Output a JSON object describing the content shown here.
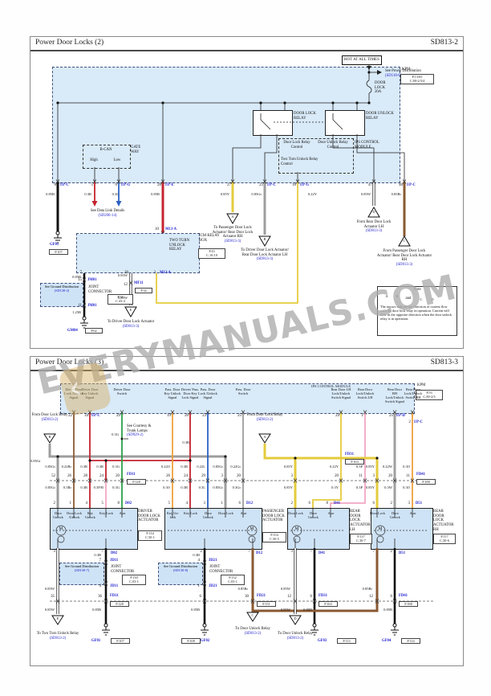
{
  "watermark": {
    "text": "EVERYMANUALS.COM"
  },
  "colors": {
    "module_fill": "#d9eaf8",
    "ref_link": "#1a1acc",
    "wire_black": "#111111",
    "wire_red": "#c32430",
    "wire_yellow": "#e5cb3d",
    "wire_gray": "#9d9d9d",
    "wire_white": "#ffffff",
    "wire_brown": "#8a5a33",
    "wire_green": "#2d9e4b",
    "wire_orange": "#efa03b",
    "wire_pink": "#f2a8c4",
    "wire_blue": "#2b62c3"
  },
  "panel1": {
    "title": "Power Door Locks (2)",
    "code": "SD813-2",
    "hot_tag": "HOT AT ALL TIMES",
    "power_ref": {
      "text": "See Power Distribution",
      "link": "(SD118-6)"
    },
    "fuse": {
      "name": "DOOR LOCK",
      "rating": "20A"
    },
    "kpm": {
      "name": "KPM",
      "p": "P.13/65",
      "c": "C.80-2/3/4"
    },
    "relay_lock": "DOOR LOCK RELAY",
    "relay_unlock": "DOOR UNLOCK RELAY",
    "ctrl": {
      "lock": "Door Lock Relay Control",
      "unlock": "Door Unlock Relay Control",
      "two_turn": "Two Turn Unlock Relay Control",
      "module": "IPS CONTROL MODULE"
    },
    "bcan": {
      "name": "B-CAN",
      "high": "High",
      "low": "Low",
      "gateway": "GATE WAY"
    },
    "pins": [
      {
        "num": "8",
        "conn": "I/P-C",
        "wire": "0.85B"
      },
      {
        "num": "5",
        "conn": "",
        "wire": "0.3R"
      },
      {
        "num": "6",
        "conn": "I/P-G",
        "wire": "0.3L"
      },
      {
        "num": "28",
        "conn": "I/P-E",
        "wire": "0.85R"
      },
      {
        "num": "27",
        "conn": "",
        "wire": "0.85Y"
      },
      {
        "num": "25",
        "conn": "I/P-C",
        "wire": "0.85Gr"
      },
      {
        "num": "18",
        "conn": "I/P-G",
        "wire": "0.22Y"
      },
      {
        "num": "47",
        "conn": "",
        "wire": "0.85W"
      },
      {
        "num": "48",
        "conn": "I/P-C",
        "wire": "0.85Br"
      }
    ],
    "data_link": {
      "text": "See Data Link Details",
      "link": "(SD200-14)"
    },
    "m13_in": {
      "num": "10",
      "name": "M13-A"
    },
    "m13_out": {
      "num": "3",
      "name": "M13-A"
    },
    "icm": {
      "name": "ICM RELAY BOX",
      "p": "P.43",
      "c": "C.10-10"
    },
    "two_turn_relay": "TWO TURN UNLOCK RELAY",
    "icm_pin_left": "7",
    "icm_pin_mid": "20",
    "w_b085": "0.85B",
    "w_b125": "1.25B",
    "w_w085a": "0.85W",
    "w_w085b": "0.85W",
    "jm01": {
      "pin_top": "15",
      "name": "JM01",
      "pin_bot": "11"
    },
    "jc": {
      "label": "JOINT CONNECTOR",
      "p": "P.34",
      "c": "C.43-4"
    },
    "gnd_dist": {
      "text": "See Ground Distribution",
      "link": "(SD138-2)"
    },
    "mf11": {
      "pin": "12",
      "name": "MF11",
      "p": "P.34"
    },
    "gf01": {
      "name": "GF01",
      "p": "P.107"
    },
    "gm04": {
      "name": "GM04",
      "p": "P.62"
    },
    "tri_a": {
      "letter": "A",
      "label": "To Passenger Door Lock Actuator/ Rear Door Lock Actuator RH",
      "link": "(SD813-3)"
    },
    "tri_b": {
      "letter": "B",
      "label": "To Driver Door Lock Actuator/ Rear Door Lock Actuator LH",
      "link": "(SD813-3)"
    },
    "tri_c": {
      "letter": "C",
      "label": "From Passenger Door Lock Actuator/ Rear Door Lock Actuator RH",
      "link": "(SD813-3)"
    },
    "tri_d": {
      "letter": "D",
      "label": "From Rear Door Lock Actuator LH",
      "link": "(SD813-3)"
    },
    "tri_e": {
      "letter": "E",
      "label": "To Driver Door Lock Actuator",
      "link": "(SD813-3)"
    },
    "note": {
      "title": "Note",
      "letters": [
        "A",
        "B",
        "C",
        "D"
      ],
      "and": "and",
      "body": "The arrows indicate the direction of current flow with the door lock relay in operation. Current will flow in the opposite direction when the door unlock relay is in operation."
    }
  },
  "panel2": {
    "title": "Power Door Locks (3)",
    "code": "SD813-3",
    "module": "IPS CONTROL MODULE",
    "kpm": {
      "name": "KPM",
      "p": "P.53",
      "c": "C.80-2/3"
    },
    "cols": [
      {
        "num": "22",
        "conn": "",
        "label": "Driver Door Lock /Unlock Signal"
      },
      {
        "num": "34",
        "conn": "I/P-C",
        "label": "Driver Door Key Unlock Signal"
      },
      {
        "num": "29",
        "conn": "",
        "label": "Driver Door Switch"
      },
      {
        "num": "19",
        "conn": "",
        "label": "Pass. Door Key Unlock Signal"
      },
      {
        "num": "20",
        "conn": "",
        "label": "Driver/ Pass. Door Key Lock Signal"
      },
      {
        "num": "23",
        "conn": "",
        "label": "Pass. Door Lock /Unlock Signal"
      },
      {
        "num": "25",
        "conn": "",
        "label": "Pass. Door Switch"
      },
      {
        "num": "24",
        "conn": "",
        "label": "Rear Door LH Lock/Unlock Switch Signal"
      },
      {
        "num": "1",
        "conn": "",
        "label": "Rear Door Lock/Unlock Switch LH"
      },
      {
        "num": "25",
        "conn": "I/P-D",
        "label": "Rear Door RH Lock/Unlock Switch Signal"
      },
      {
        "num": "2",
        "conn": "I/P-C",
        "label": "Rear Door Lock/Unlock Switch RH"
      }
    ],
    "tri_b": {
      "letter": "B",
      "label": "From Door Lock Relay",
      "link": "(SD813-2)"
    },
    "tri_a": {
      "letter": "A",
      "label": "From Door Lock Relay",
      "link": "(SD813-2)"
    },
    "courtesy": {
      "text": "See Courtesy & Trunk Lamps",
      "link": "(SD929-2)"
    },
    "stray": {
      "gr085": "0.85Gr",
      "g03": "0.3G",
      "r03": "0.3R"
    },
    "conn_row": [
      {
        "pin": "52",
        "above": "0.85Gr",
        "below": "0.85Gr"
      },
      {
        "pin": "26",
        "above": "0.22Br",
        "below": "0.3Br"
      },
      {
        "pin": "28",
        "above": "0.3R",
        "below": "0.3R"
      },
      {
        "pin": "24",
        "above": "0.3R",
        "below": "0.3P/B"
      },
      {
        "pin": "20",
        "above": "0.3G",
        "below": "0.3G"
      },
      {
        "pin": "26",
        "above": "0.22O",
        "below": "0.3O"
      },
      {
        "pin": "24",
        "above": "0.3R",
        "below": "0.3R"
      },
      {
        "pin": "29",
        "above": "0.22L",
        "below": "0.3L"
      },
      {
        "pin": "3",
        "above": "0.85Gr",
        "below": "0.85Gr"
      },
      {
        "pin": "20",
        "above": "0.22Gr",
        "below": "0.3Gr"
      },
      {
        "pin": "3",
        "above": "0.85Y",
        "below": "0.85Y"
      },
      {
        "pin": "20",
        "above": "0.22Y",
        "below": "0.3Y"
      },
      {
        "pin": "11",
        "above": "0.3P",
        "below": "0.3P"
      },
      {
        "pin": "3",
        "above": "0.85Y",
        "below": "0.85Y"
      },
      {
        "pin": "20",
        "above": "0.22W",
        "below": "0.3W"
      },
      {
        "pin": "11",
        "above": "0.3O",
        "below": "0.3O"
      }
    ],
    "fd11": {
      "name": "FD11",
      "p": "P.128"
    },
    "fd21": {
      "name": "FD21",
      "p": "P.151"
    },
    "fd31": {
      "name": "FD31",
      "p": "P.163"
    },
    "fd41": {
      "name": "FD41",
      "p": "P.188"
    },
    "actuators": [
      {
        "name": "DRIVER DOOR LOCK ACTUATOR",
        "p": "P.134",
        "c": "C.50-1",
        "dconn": "D02",
        "pins_top": [
          "2",
          "1",
          "4",
          "5",
          "8"
        ],
        "terms": [
          "Door Unlock",
          "Door Lock /Unlock",
          "Key Unlock",
          "Key Lock",
          "Ajar"
        ],
        "pins_bot": [
          "3",
          "7"
        ]
      },
      {
        "name": "PASSENGER DOOR LOCK ACTUATOR",
        "p": "P.154",
        "c": "C.50-5",
        "dconn": "D12",
        "pins_top": [
          "5",
          "4",
          "3",
          "1",
          "6"
        ],
        "terms": [
          "Key Un- lock",
          "Key Lock",
          "Door Unlock",
          "Door Lock",
          "Ajar"
        ],
        "pins_bot": [
          "2",
          "7"
        ]
      },
      {
        "name": "REAR DOOR LOCK ACTUATOR LH",
        "p": "P.137",
        "c": "C.30-7",
        "dconn": "D41",
        "pins_top": [
          "2",
          "6",
          "8"
        ],
        "terms": [
          "Door Lock",
          "Door Unlock",
          "Ajar"
        ],
        "pins_bot": [
          "3",
          "7"
        ]
      },
      {
        "name": "REAR DOOR LOCK ACTUATOR RH",
        "p": "P.117",
        "c": "C.30-6",
        "dconn": "D51",
        "pins_top": [
          "6",
          "2",
          "3"
        ],
        "terms": [
          "Door Lock",
          "Door Unlock",
          "Ajar"
        ],
        "pins_bot": [
          "7",
          "2"
        ]
      }
    ],
    "motor": "M",
    "bottom_row": [
      {
        "pin": "35",
        "above": "0.85W",
        "below": "0.85W"
      },
      {
        "pin": "36",
        "above": "0.3B",
        "below": "0.85B"
      },
      {
        "pin": "6",
        "above": "0.3B",
        "below": "0.85B"
      },
      {
        "pin": "30",
        "above": "0.85Br",
        "below": "0.85Br"
      },
      {
        "pin": "12",
        "above": "0.85W",
        "below": "0.85W"
      },
      {
        "pin": "6",
        "above": "0.3B",
        "below": "0.85B"
      },
      {
        "pin": "12",
        "above": "0.85Br",
        "below": "0.85Br"
      },
      {
        "pin": "6",
        "above": "0.3B",
        "below": "0.85B"
      }
    ],
    "jd11": {
      "pin_top": "7",
      "name": "JD11",
      "pin_bot": "4"
    },
    "jd21": {
      "pin_top": "4",
      "name": "JD21",
      "pin_bot": "1"
    },
    "jc1": {
      "label": "JOINT CONNECTOR",
      "p": "P.130",
      "c": "C.03-1"
    },
    "jc2": {
      "label": "JOINT CONNECTOR",
      "p": "P.132",
      "c": "C.03-1"
    },
    "gnd_dist1": {
      "text": "See Ground Distribution",
      "link": "(SD130-7)"
    },
    "gnd_dist2": {
      "text": "See Ground Distribution",
      "link": "(SD130-8)"
    },
    "wt": {
      "b03": "0.3B"
    },
    "tri_e": {
      "letter": "E",
      "label": "To Two Turn Unlock Relay",
      "link": "(SD813-2)"
    },
    "tri_c": {
      "letter": "C",
      "label": "To Door Unlock Relay",
      "link": "(SD813-2)"
    },
    "tri_d": {
      "letter": "D",
      "label": "To Door Unlock Relay",
      "link": "(SD813-2)"
    },
    "gf01": {
      "name": "GF01",
      "p": "P.107"
    },
    "gf02": {
      "name": "GF02",
      "p": "P.108"
    },
    "gf03": {
      "name": "GF03",
      "p": "P.113"
    },
    "gf04": {
      "name": "GF04",
      "p": "P.114"
    }
  }
}
